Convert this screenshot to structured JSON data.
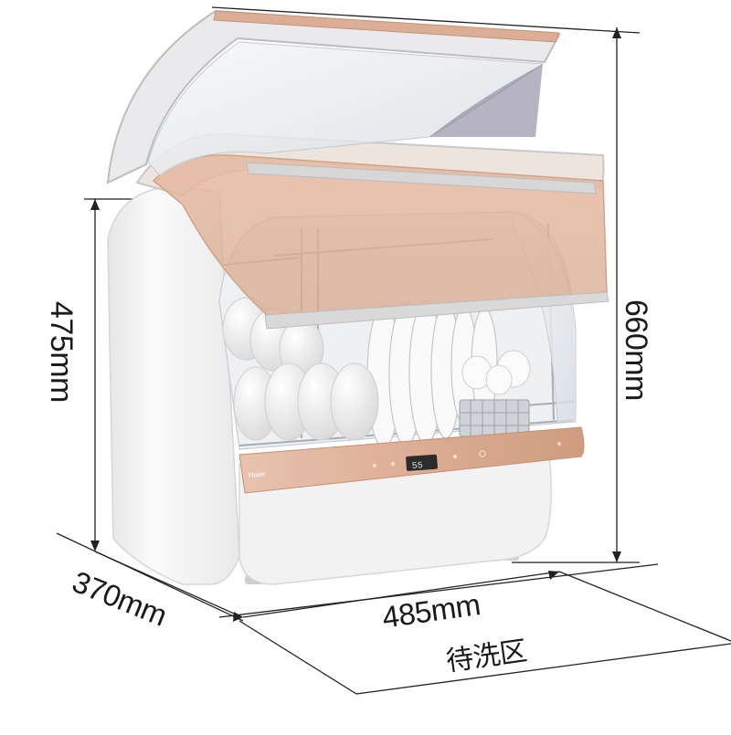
{
  "product": {
    "brand": "Haier",
    "display_reading": "55"
  },
  "dimensions": {
    "total_height": "660mm",
    "body_height": "475mm",
    "depth": "370mm",
    "width": "485mm"
  },
  "labels": {
    "wash_zone": "待洗区"
  },
  "colors": {
    "accent_rose_gold": "#dcae95",
    "body_white": "#f4f4f4",
    "dimension_line": "#222222"
  }
}
